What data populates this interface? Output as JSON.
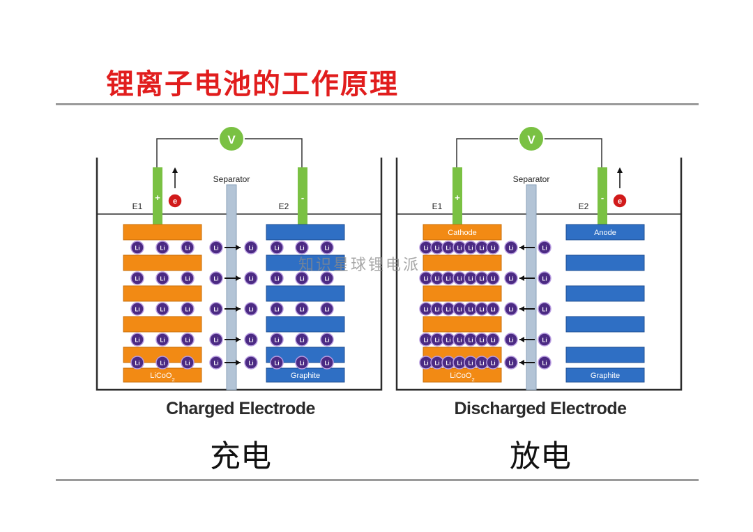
{
  "title": "锂离子电池的工作原理",
  "watermark": "知识星球锂电派",
  "colors": {
    "title": "#e11d1d",
    "cathode": "#f28a14",
    "anode": "#2f6fc4",
    "terminal": "#7ac143",
    "ion": "#4b2a83",
    "electron": "#d11a1a",
    "separator": "#b3c4d6"
  },
  "diagrams": [
    {
      "state": "charged",
      "caption_en": "Charged Electrode",
      "caption_zh": "充电",
      "voltmeter": "V",
      "separator_label": "Separator",
      "electrode_1": "E1",
      "electrode_2": "E2",
      "terminal_1_sign": "+",
      "terminal_2_sign": "-",
      "electron_label": "e-",
      "electron_at": "E1",
      "ion_label": "Li+",
      "arrow_direction": "right",
      "cathode_labels": [
        "",
        "LiCoO2"
      ],
      "anode_labels": [
        "",
        "Graphite"
      ]
    },
    {
      "state": "discharged",
      "caption_en": "Discharged Electrode",
      "caption_zh": "放电",
      "voltmeter": "V",
      "separator_label": "Separator",
      "electrode_1": "E1",
      "electrode_2": "E2",
      "terminal_1_sign": "+",
      "terminal_2_sign": "-",
      "electron_label": "e-",
      "electron_at": "E2",
      "ion_label": "Li+",
      "arrow_direction": "left",
      "cathode_labels": [
        "Cathode",
        "LiCoO2"
      ],
      "anode_labels": [
        "Anode",
        "Graphite"
      ]
    }
  ]
}
